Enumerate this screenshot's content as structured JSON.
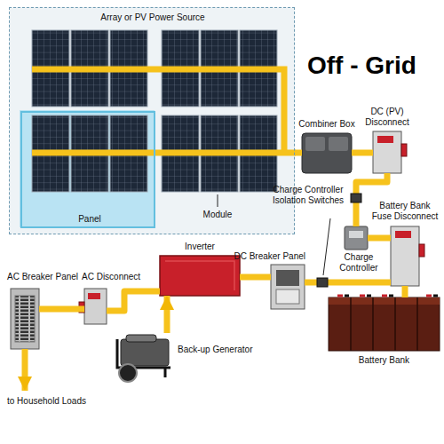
{
  "diagram": {
    "title": "Off - Grid",
    "nodes": [
      {
        "text": [
          "Array or PV Power Source"
        ]
      },
      {
        "text": [
          "Panel"
        ],
        "in": 0
      },
      {
        "text": [
          "Combiner Box"
        ]
      },
      {
        "text": [
          "DC (PV) Disconnect"
        ]
      },
      {
        "text": [
          "Battery Bank Fuse Disconnect"
        ]
      },
      {
        "text": [
          "Charge Controller"
        ]
      },
      {
        "text": [
          "Inverter"
        ]
      },
      {
        "text": [
          "DC Breaker Panel"
        ]
      },
      {
        "text": [
          "AC Breaker Panel"
        ]
      },
      {
        "text": [
          "AC Disconnect"
        ]
      },
      {
        "text": [
          "Battery Bank"
        ]
      },
      {
        "text": [
          "Back-up Generator"
        ]
      }
    ],
    "edges": [
      {
        "from": 0,
        "to": 2,
        "arrow": "none"
      },
      {
        "from": 2,
        "to": 3,
        "arrow": "none"
      },
      {
        "from": 3,
        "to": 5,
        "arrow": "none"
      },
      {
        "from": 5,
        "to": 4,
        "arrow": "none"
      },
      {
        "from": 4,
        "to": 10,
        "arrow": "none"
      },
      {
        "from": 4,
        "to": 7,
        "arrow": "none"
      },
      {
        "from": 7,
        "to": 6,
        "arrow": "none"
      },
      {
        "from": 6,
        "to": 9,
        "arrow": "none"
      },
      {
        "from": 9,
        "to": 8,
        "arrow": "none"
      },
      {
        "from": 11,
        "to": 6,
        "arrow": "to"
      }
    ],
    "labels": [
      "Module",
      "Charge Controller Isolation Switches",
      "to Household Loads"
    ]
  }
}
